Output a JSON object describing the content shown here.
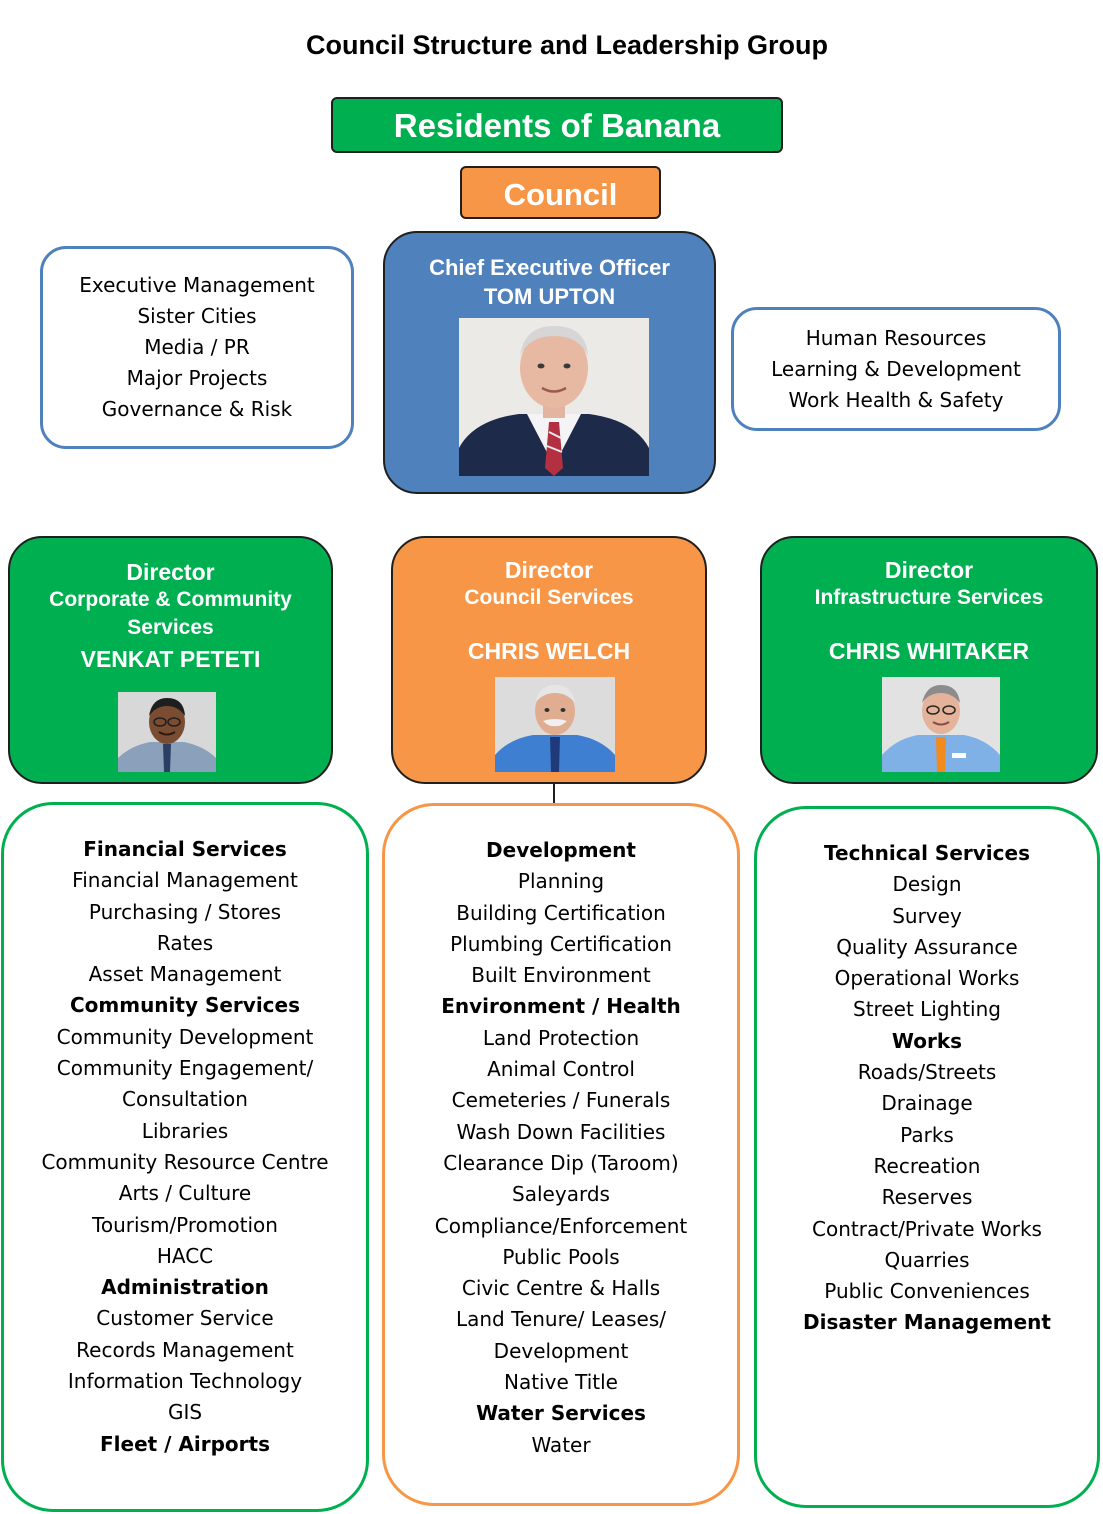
{
  "title": "Council Structure and Leadership Group",
  "residents": "Residents of Banana",
  "council": "Council",
  "ceo": {
    "role": "Chief Executive Officer",
    "name": "TOM UPTON",
    "left_functions": [
      "Executive Management",
      "Sister Cities",
      "Media / PR",
      "Major Projects",
      "Governance & Risk"
    ],
    "right_functions": [
      "Human Resources",
      "Learning & Development",
      "Work Health & Safety"
    ]
  },
  "directors": [
    {
      "label": "Director",
      "department": [
        "Corporate & Community",
        "Services"
      ],
      "name": "VENKAT PETETI",
      "functions": [
        {
          "text": "Financial Services",
          "bold": true
        },
        {
          "text": "Financial Management"
        },
        {
          "text": "Purchasing / Stores"
        },
        {
          "text": "Rates"
        },
        {
          "text": "Asset Management"
        },
        {
          "text": "Community Services",
          "bold": true
        },
        {
          "text": "Community Development"
        },
        {
          "text": "Community Engagement/"
        },
        {
          "text": "Consultation"
        },
        {
          "text": "Libraries"
        },
        {
          "text": "Community Resource Centre"
        },
        {
          "text": "Arts / Culture"
        },
        {
          "text": "Tourism/Promotion"
        },
        {
          "text": "HACC"
        },
        {
          "text": "Administration",
          "bold": true
        },
        {
          "text": "Customer Service"
        },
        {
          "text": "Records Management"
        },
        {
          "text": "Information Technology"
        },
        {
          "text": "GIS"
        },
        {
          "text": "Fleet / Airports",
          "bold": true
        }
      ]
    },
    {
      "label": "Director",
      "department": [
        "Council Services"
      ],
      "name": "CHRIS WELCH",
      "functions": [
        {
          "text": "Development",
          "bold": true
        },
        {
          "text": "Planning"
        },
        {
          "text": "Building Certification"
        },
        {
          "text": "Plumbing Certification"
        },
        {
          "text": "Built Environment"
        },
        {
          "text": "Environment / Health",
          "bold": true
        },
        {
          "text": "Land Protection"
        },
        {
          "text": "Animal Control"
        },
        {
          "text": "Cemeteries / Funerals"
        },
        {
          "text": "Wash Down Facilities"
        },
        {
          "text": "Clearance Dip (Taroom)"
        },
        {
          "text": "Saleyards"
        },
        {
          "text": "Compliance/Enforcement"
        },
        {
          "text": "Public Pools"
        },
        {
          "text": "Civic Centre & Halls"
        },
        {
          "text": "Land Tenure/ Leases/"
        },
        {
          "text": "Development"
        },
        {
          "text": "Native Title"
        },
        {
          "text": "Water Services",
          "bold": true
        },
        {
          "text": "Water"
        }
      ]
    },
    {
      "label": "Director",
      "department": [
        "Infrastructure Services"
      ],
      "name": "CHRIS WHITAKER",
      "functions": [
        {
          "text": "Technical Services",
          "bold": true
        },
        {
          "text": "Design"
        },
        {
          "text": "Survey"
        },
        {
          "text": "Quality Assurance"
        },
        {
          "text": "Operational Works"
        },
        {
          "text": "Street Lighting"
        },
        {
          "text": "Works",
          "bold": true
        },
        {
          "text": "Roads/Streets"
        },
        {
          "text": "Drainage"
        },
        {
          "text": "Parks"
        },
        {
          "text": "Recreation"
        },
        {
          "text": "Reserves"
        },
        {
          "text": "Contract/Private Works"
        },
        {
          "text": "Quarries"
        },
        {
          "text": "Public Conveniences"
        },
        {
          "text": "Disaster Management",
          "bold": true
        }
      ]
    }
  ]
}
